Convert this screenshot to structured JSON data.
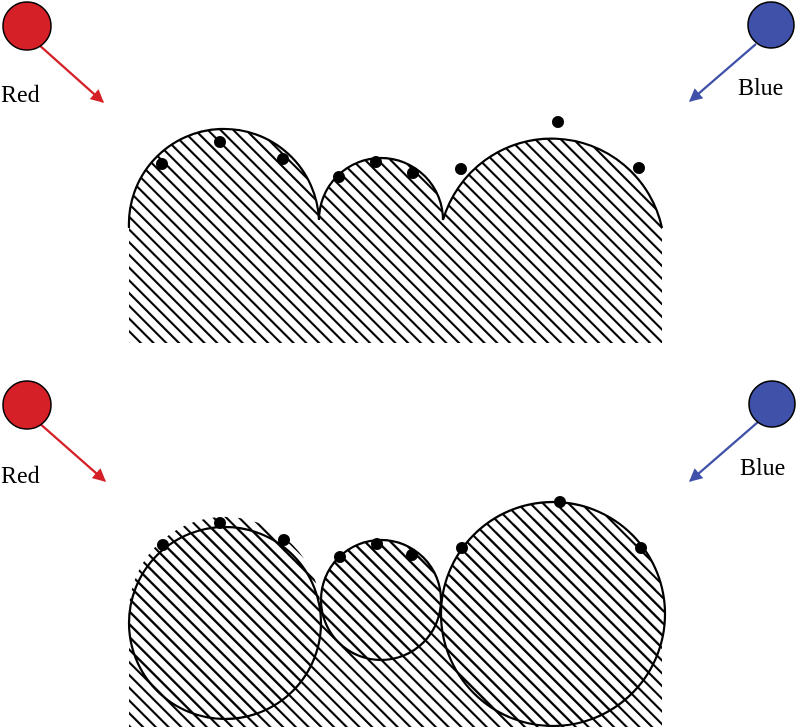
{
  "colors": {
    "red_source": "#d42026",
    "blue_source": "#3f51a8",
    "outline": "#000000",
    "hatch": "#000000",
    "background": "#ffffff"
  },
  "panels": [
    {
      "id": "top",
      "shape": "merged-arcs",
      "red_label": "Red",
      "blue_label": "Blue",
      "dot_count": 9
    },
    {
      "id": "bottom",
      "shape": "full-circles",
      "red_label": "Red",
      "blue_label": "Blue",
      "dot_count": 9
    }
  ]
}
